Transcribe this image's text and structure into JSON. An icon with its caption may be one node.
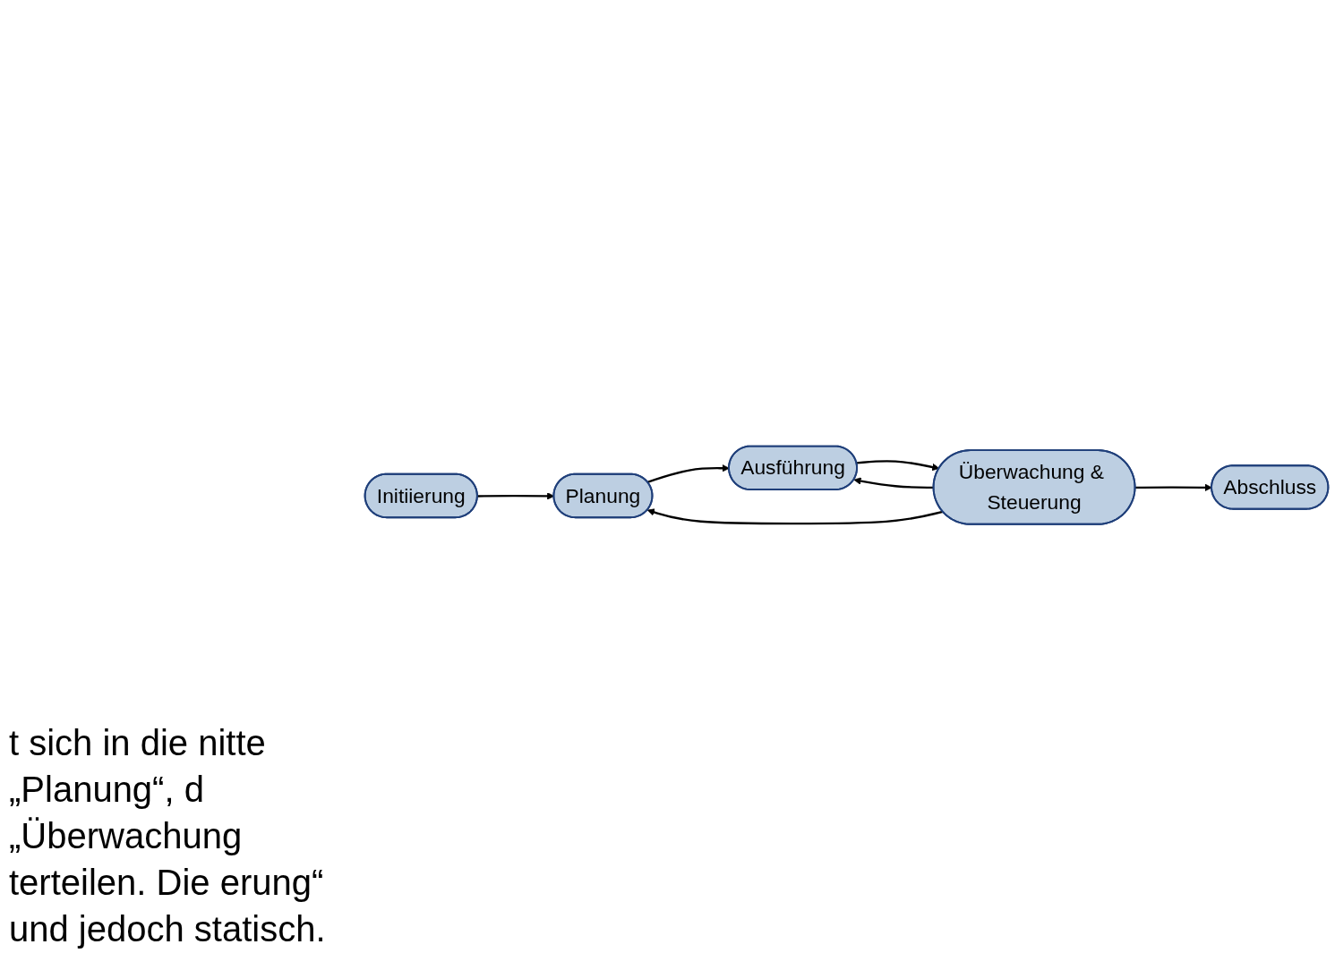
{
  "diagram": {
    "nodes": [
      {
        "text": [
          "Initiierung"
        ]
      },
      {
        "text": [
          "Planung"
        ]
      },
      {
        "text": [
          "Überwachung & Steuerung"
        ]
      },
      {
        "text": [
          "Ausführung"
        ]
      },
      {
        "text": [
          "Abschluss"
        ]
      }
    ],
    "edges": [
      {
        "from": 0,
        "to": 1,
        "arrow": "to"
      },
      {
        "from": 1,
        "to": 3,
        "arrow": "to"
      },
      {
        "from": 2,
        "to": 1,
        "arrow": "to"
      },
      {
        "from": 3,
        "to": 2,
        "arrow": "to"
      },
      {
        "from": 2,
        "to": 3,
        "arrow": "to"
      },
      {
        "from": 2,
        "to": 4,
        "arrow": "to"
      }
    ],
    "labels": [
      "t sich in die nitte „Planung“, d „Überwachung terteilen. Die erung“ und jedoch statisch."
    ]
  }
}
